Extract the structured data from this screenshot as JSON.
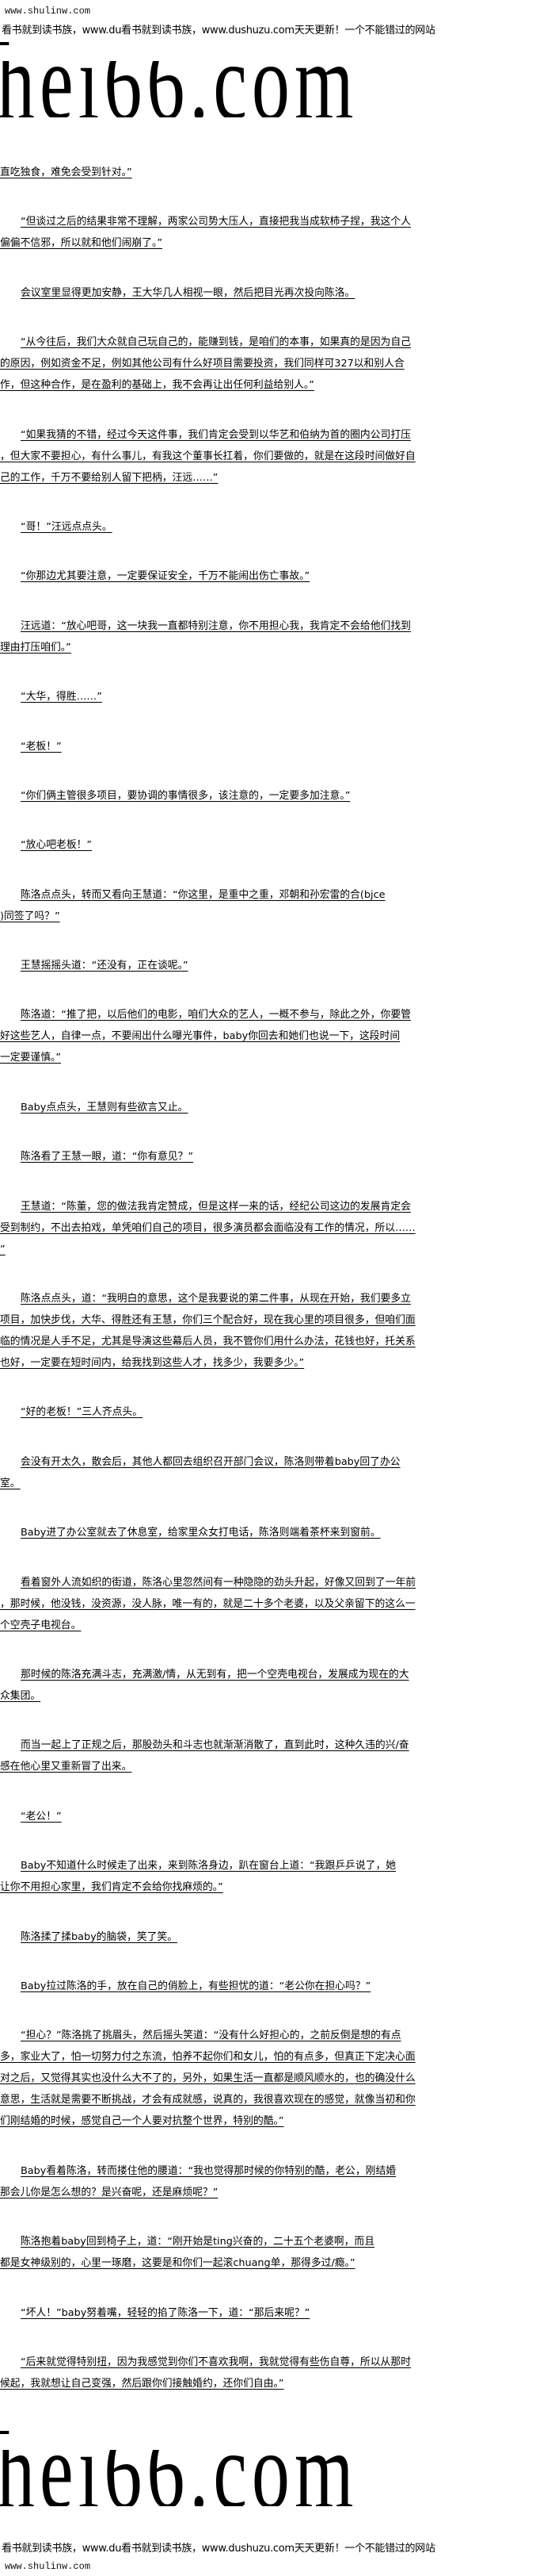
{
  "header": {
    "site": "www.shulinw.com",
    "notice": "看书就到读书族，www.du看书就到读书族，www.dushuzu.com天天更新！一个不能错过的网站",
    "logo": "hei66.com"
  },
  "paragraphs": [
    {
      "lines": [
        "直吃独食，难免会受到针对。”"
      ]
    },
    {
      "lines": [
        "“但谈过之后的结果非常不理解，两家公司势大压人，直接把我当成软柿子捏，我这个人",
        "偏偏不信邪，所以就和他们闹崩了。”"
      ]
    },
    {
      "lines": [
        "会议室里显得更加安静，王大华几人相视一眼，然后把目光再次投向陈洛。"
      ]
    },
    {
      "lines": [
        "“从今往后，我们大众就自己玩自己的，能赚到钱，是咱们的本事，如果真的是因为自己",
        "的原因，例如资金不足，例如其他公司有什么好项目需要投资，我们同样可327以和别人合",
        "作，但这种合作，是在盈利的基础上，我不会再让出任何利益给别人。”"
      ]
    },
    {
      "lines": [
        "“如果我猜的不错，经过今天这件事，我们肯定会受到以华艺和伯纳为首的圈内公司打压",
        "，但大家不要担心，有什么事儿，有我这个董事长扛着，你们要做的，就是在这段时间做好自",
        "己的工作，千万不要给别人留下把柄，汪远……”"
      ]
    },
    {
      "lines": [
        "“哥！”汪远点点头。"
      ]
    },
    {
      "lines": [
        "“你那边尤其要注意，一定要保证安全，千万不能闹出伤亡事故。”"
      ]
    },
    {
      "lines": [
        "汪远道：“放心吧哥，这一块我一直都特别注意，你不用担心我，我肯定不会给他们找到",
        "理由打压咱们。”"
      ]
    },
    {
      "lines": [
        "“大华，得胜……”"
      ]
    },
    {
      "lines": [
        "“老板！”"
      ]
    },
    {
      "lines": [
        "“你们俩主管很多项目，要协调的事情很多，该注意的，一定要多加注意。”"
      ]
    },
    {
      "lines": [
        "“放心吧老板！”"
      ]
    },
    {
      "lines": [
        "陈洛点点头，转而又看向王慧道：“你这里，是重中之重，邓朝和孙宏雷的合(bjce",
        ")同签了吗？”"
      ]
    },
    {
      "lines": [
        "王慧摇摇头道：“还没有，正在谈呢。”"
      ]
    },
    {
      "lines": [
        "陈洛道：“推了把，以后他们的电影，咱们大众的艺人，一概不参与，除此之外，你要管",
        "好这些艺人，自律一点，不要闹出什么曝光事件，baby你回去和她们也说一下，这段时间",
        "一定要谨慎。”"
      ]
    },
    {
      "lines": [
        "Baby点点头，王慧则有些欲言又止。"
      ]
    },
    {
      "lines": [
        "陈洛看了王慧一眼，道：“你有意见？”"
      ]
    },
    {
      "lines": [
        "王慧道：“陈董，您的做法我肯定赞成，但是这样一来的话，经纪公司这边的发展肯定会",
        "受到制约，不出去拍戏，单凭咱们自己的项目，很多演员都会面临没有工作的情况，所以……",
        "”"
      ]
    },
    {
      "lines": [
        "陈洛点点头，道：“我明白的意思，这个是我要说的第二件事，从现在开始，我们要多立",
        "项目，加快步伐，大华、得胜还有王慧，你们三个配合好，现在我心里的项目很多，但咱们面",
        "临的情况是人手不足，尤其是导演这些幕后人员，我不管你们用什么办法，花钱也好，托关系",
        "也好，一定要在短时间内，给我找到这些人才，找多少，我要多少。”"
      ]
    },
    {
      "lines": [
        "“好的老板！”三人齐点头。"
      ]
    },
    {
      "lines": [
        "会没有开太久，散会后，其他人都回去组织召开部门会议，陈洛则带着baby回了办公",
        "室。"
      ]
    },
    {
      "lines": [
        "Baby进了办公室就去了休息室，给家里众女打电话，陈洛则端着茶杯来到窗前。"
      ]
    },
    {
      "lines": [
        "看着窗外人流如织的街道，陈洛心里忽然间有一种隐隐的劲头升起，好像又回到了一年前",
        "，那时候，他没钱，没资源，没人脉，唯一有的，就是二十多个老婆，以及父亲留下的这么一",
        "个空壳子电视台。"
      ]
    },
    {
      "lines": [
        "那时候的陈洛充满斗志，充满激/情，从无到有，把一个空壳电视台，发展成为现在的大",
        "众集团。"
      ]
    },
    {
      "lines": [
        "而当一起上了正规之后，那股劲头和斗志也就渐渐消散了，直到此时，这种久违的兴/奋",
        "感在他心里又重新冒了出来。"
      ]
    },
    {
      "lines": [
        "“老公！”"
      ]
    },
    {
      "lines": [
        "Baby不知道什么时候走了出来，来到陈洛身边，趴在窗台上道：“我跟乒乒说了，她",
        "让你不用担心家里，我们肯定不会给你找麻烦的。”"
      ]
    },
    {
      "lines": [
        "陈洛揉了揉baby的脑袋，笑了笑。"
      ]
    },
    {
      "lines": [
        "Baby拉过陈洛的手，放在自己的俏脸上，有些担忧的道：“老公你在担心吗？”"
      ]
    },
    {
      "lines": [
        "“担心？”陈洛挑了挑眉头，然后摇头笑道：“没有什么好担心的，之前反倒是想的有点",
        "多，家业大了，怕一切努力付之东流，怕养不起你们和女儿，怕的有点多，但真正下定决心面",
        "对之后，又觉得其实也没什么大不了的，另外，如果生活一直都是顺风顺水的，也的确没什么",
        "意思，生活就是需要不断挑战，才会有成就感，说真的，我很喜欢现在的感觉，就像当初和你",
        "们刚结婚的时候，感觉自己一个人要对抗整个世界，特别的酷。”"
      ]
    },
    {
      "lines": [
        "Baby看着陈洛，转而搂住他的腰道：“我也觉得那时候的你特别的酷，老公，刚结婚",
        "那会儿你是怎么想的？是兴奋呢，还是麻烦呢？”"
      ]
    },
    {
      "lines": [
        "陈洛抱着baby回到椅子上，道：“刚开始是ting兴奋的，二十五个老婆啊，而且",
        "都是女神级别的，心里一琢磨，这要是和你们一起滚chuang单，那得多过/瘾。”"
      ]
    },
    {
      "lines": [
        "“坏人！”baby努着嘴，轻轻的掐了陈洛一下，道：“那后来呢？”"
      ]
    },
    {
      "lines": [
        "“后来就觉得特别扭，因为我感觉到你们不喜欢我啊，我就觉得有些伤自尊，所以从那时",
        "候起，我就想让自己变强，然后跟你们接触婚约，还你们自由。”"
      ]
    }
  ]
}
